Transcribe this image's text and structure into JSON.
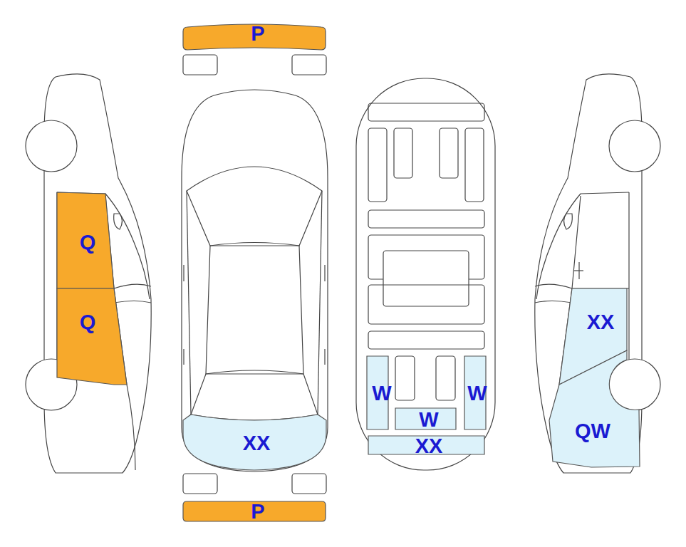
{
  "diagram": {
    "nodes": [
      {
        "text": [
          "P"
        ]
      },
      {
        "text": [
          "Q"
        ]
      },
      {
        "text": [
          "Q"
        ]
      },
      {
        "text": [
          "XX"
        ]
      },
      {
        "text": [
          "W"
        ]
      },
      {
        "text": [
          "W"
        ]
      },
      {
        "text": [
          "W"
        ]
      },
      {
        "text": [
          "XX"
        ]
      },
      {
        "text": [
          "XX"
        ]
      },
      {
        "text": [
          "QW"
        ]
      },
      {
        "text": [
          "P"
        ]
      }
    ]
  }
}
